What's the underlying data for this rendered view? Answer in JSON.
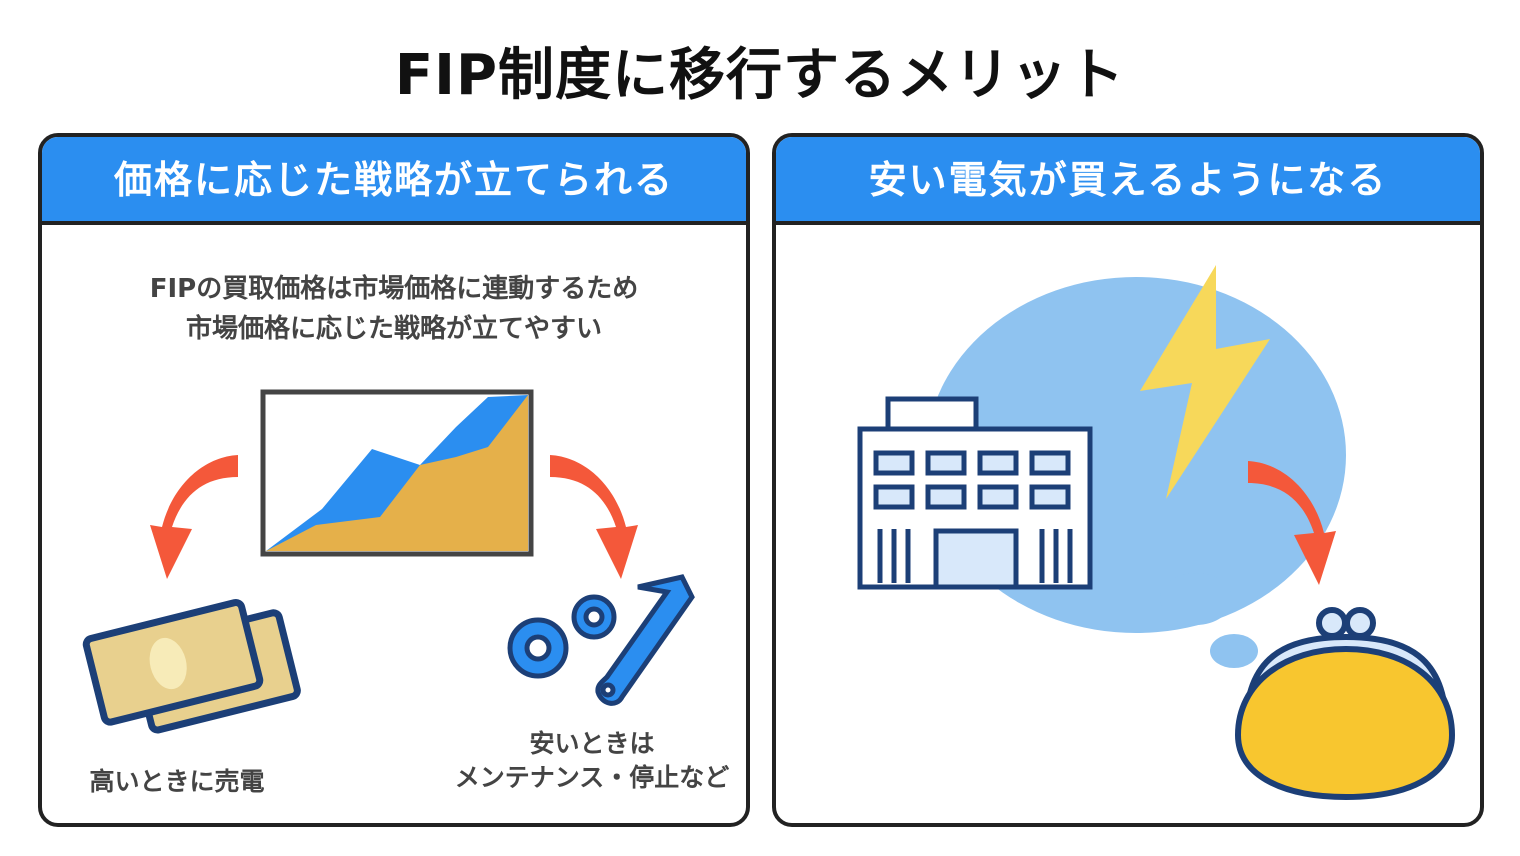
{
  "title": "FIP制度に移行するメリット",
  "left_panel": {
    "heading": "価格に応じた戦略が立てられる",
    "description_line1": "FIPの買取価格は市場価格に連動するため",
    "description_line2": "市場価格に応じた戦略が立てやすい",
    "caption_sell": "高いときに売電",
    "caption_maintenance_line1": "安いときは",
    "caption_maintenance_line2": "メンテナンス・停止など"
  },
  "right_panel": {
    "heading": "安い電気が買えるようになる"
  },
  "colors": {
    "header_blue": "#2b8ef0",
    "arrow_red": "#f4583a",
    "chart_orange": "#e5b04a",
    "navy": "#1c3f77",
    "bubble_blue": "#8fc3f0",
    "bolt_yellow": "#f7d85a",
    "purse_yellow": "#f8c62f"
  }
}
